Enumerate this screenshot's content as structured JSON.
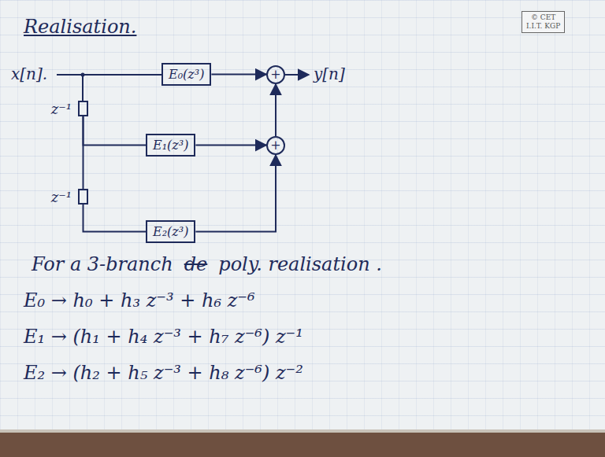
{
  "diagram": {
    "title": "Realisation.",
    "nodes": [
      {
        "text": [
          "© CET",
          "I.I.T. KGP"
        ]
      },
      {
        "text": [
          "E₀(z³)"
        ]
      },
      {
        "text": [
          "+"
        ]
      },
      {
        "text": [
          "z⁻¹"
        ]
      },
      {
        "text": [
          "E₁(z³)"
        ]
      },
      {
        "text": [
          "+"
        ]
      },
      {
        "text": [
          "z⁻¹"
        ]
      },
      {
        "text": [
          "E₂(z³)"
        ]
      }
    ],
    "edges": [
      {
        "from": 1,
        "to": 2,
        "arrow": "to"
      },
      {
        "from": 3,
        "to": 4,
        "arrow": "none"
      },
      {
        "from": 3,
        "to": 6,
        "arrow": "none"
      },
      {
        "from": 6,
        "to": 7,
        "arrow": "none"
      },
      {
        "from": 4,
        "to": 5,
        "arrow": "to"
      },
      {
        "from": 7,
        "to": 5,
        "arrow": "to"
      },
      {
        "from": 5,
        "to": 2,
        "arrow": "to"
      }
    ],
    "labels": [
      "x[n].",
      "y[n]",
      "For a 3-branch",
      "de",
      "poly. realisation .",
      "E₀ → h₀ + h₃ z⁻³ + h₆ z⁻⁶",
      "E₁ → (h₁ + h₄ z⁻³ + h₇ z⁻⁶) z⁻¹",
      "E₂ → (h₂ + h₅ z⁻³ + h₈ z⁻⁶) z⁻²"
    ]
  }
}
